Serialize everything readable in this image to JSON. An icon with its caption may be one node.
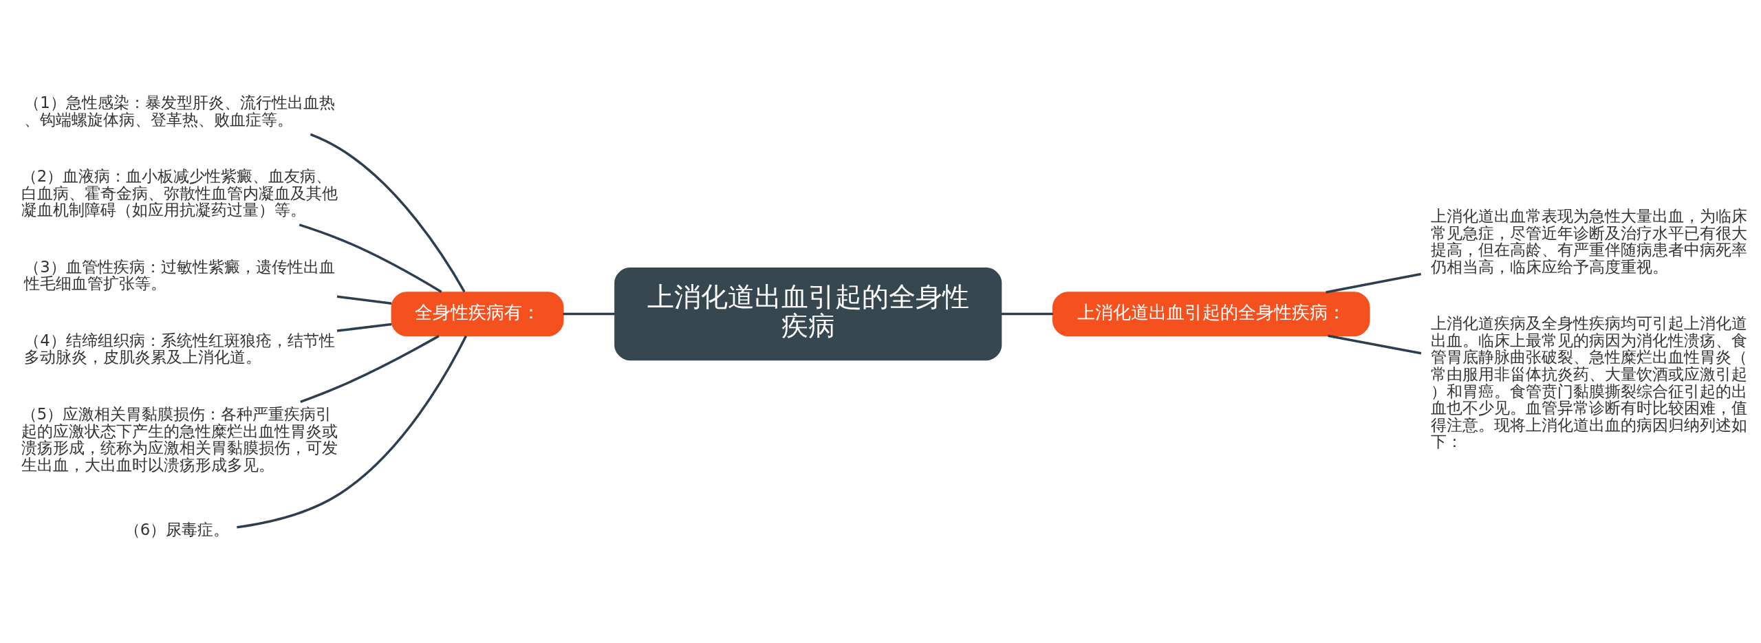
{
  "diagram": {
    "nodes": [
      {
        "text": [
          "上消化道出血引起的全身性疾病"
        ]
      },
      {
        "text": [
          "全身性疾病有："
        ]
      },
      {
        "text": [
          "（1）急性感染：暴发型肝炎、流行性出血热、钩端螺旋体病、登革热、败血症等。"
        ]
      },
      {
        "text": [
          "（2）血液病：血小板减少性紫癜、血友病、白血病、霍奇金病、弥散性血管内凝血及其他凝血机制障碍（如应用抗凝药过量）等。"
        ]
      },
      {
        "text": [
          "（3）血管性疾病：过敏性紫癜，遗传性出血性毛细血管扩张等。"
        ]
      },
      {
        "text": [
          "（4）结缔组织病：系统性红斑狼疮，结节性多动脉炎，皮肌炎累及上消化道。"
        ]
      },
      {
        "text": [
          "（5）应激相关胃黏膜损伤：各种严重疾病引起的应激状态下产生的急性糜烂出血性胃炎或溃疡形成，统称为应激相关胃黏膜损伤，可发生出血，大出血时以溃疡形成多见。"
        ]
      },
      {
        "text": [
          "（6）尿毒症。"
        ]
      },
      {
        "text": [
          "上消化道出血引起的全身性疾病："
        ]
      },
      {
        "text": [
          "上消化道出血常表现为急性大量出血，为临床常见急症，尽管近年诊断及治疗水平已有很大提高，但在高龄、有严重伴随病患者中病死率仍相当高，临床应给予高度重视。"
        ]
      },
      {
        "text": [
          "上消化道疾病及全身性疾病均可引起上消化道出血。临床上最常见的病因为消化性溃疡、食管胃底静脉曲张破裂、急性糜烂出血性胃炎（常由服用非甾体抗炎药、大量饮酒或应激引起）和胃癌。食管贲门黏膜撕裂综合征引起的出血也不少见。血管异常诊断有时比较困难，值得注意。现将上消化道出血的病因归纳列述如下："
        ]
      }
    ],
    "edges": [
      {
        "from": 0,
        "to": 1,
        "arrow": "none"
      },
      {
        "from": 1,
        "to": 2,
        "arrow": "none"
      },
      {
        "from": 1,
        "to": 3,
        "arrow": "none"
      },
      {
        "from": 1,
        "to": 4,
        "arrow": "none"
      },
      {
        "from": 1,
        "to": 5,
        "arrow": "none"
      },
      {
        "from": 1,
        "to": 6,
        "arrow": "none"
      },
      {
        "from": 1,
        "to": 7,
        "arrow": "none"
      },
      {
        "from": 0,
        "to": 8,
        "arrow": "none"
      },
      {
        "from": 8,
        "to": 9,
        "arrow": "none"
      },
      {
        "from": 8,
        "to": 10,
        "arrow": "none"
      }
    ]
  }
}
